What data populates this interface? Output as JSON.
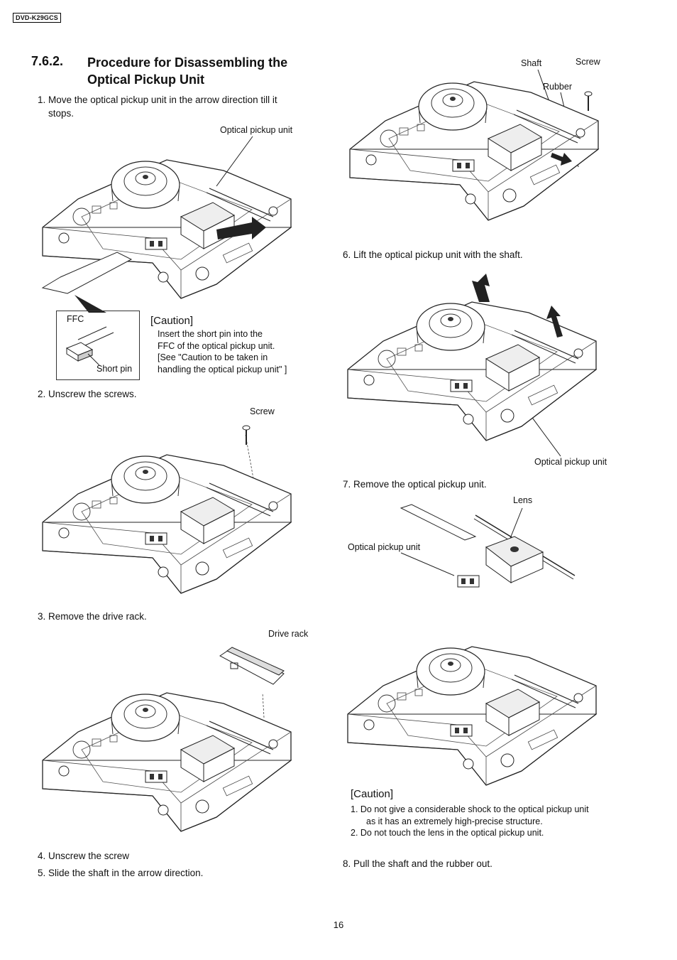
{
  "header": {
    "model": "DVD-K29GCS"
  },
  "section": {
    "number": "7.6.2.",
    "title_line1": "Procedure for Disassembling the",
    "title_line2": "Optical Pickup Unit"
  },
  "steps": {
    "s1_line1": "1. Move  the  optical  pickup  unit  in  the  arrow  direction  till  it",
    "s1_line2": "stops.",
    "s2": "2. Unscrew the screws.",
    "s3": "3. Remove the drive rack.",
    "s4": "4. Unscrew the screw",
    "s5": "5. Slide the shaft in the arrow direction.",
    "s6": "6. Lift the optical pickup unit with the shaft.",
    "s7": "7. Remove the optical pickup unit.",
    "s8": "8. Pull the shaft and the rubber out."
  },
  "labels": {
    "fig1_opu": "Optical pickup unit",
    "ffc": "FFC",
    "short_pin": "Short pin",
    "fig2_screw": "Screw",
    "fig3_drive_rack": "Drive rack",
    "fig4_shaft": "Shaft",
    "fig4_screw": "Screw",
    "fig4_rubber": "Rubber",
    "fig5_opu": "Optical pickup unit",
    "fig6_lens": "Lens",
    "fig6_opu": "Optical pickup unit"
  },
  "caution1": {
    "heading": "[Caution]",
    "line1": "Insert the short pin into the",
    "line2": "FFC of the optical pickup unit.",
    "line3": "[See \"Caution to be taken in",
    "line4": "handling the optical pickup unit\" ]"
  },
  "caution2": {
    "heading": "[Caution]",
    "line1": "1.  Do not give a considerable shock to the optical pickup unit",
    "line2": "as it has an extremely high-precise structure.",
    "line3": "2.  Do not touch the lens in the optical pickup unit."
  },
  "footer": {
    "page": "16"
  }
}
